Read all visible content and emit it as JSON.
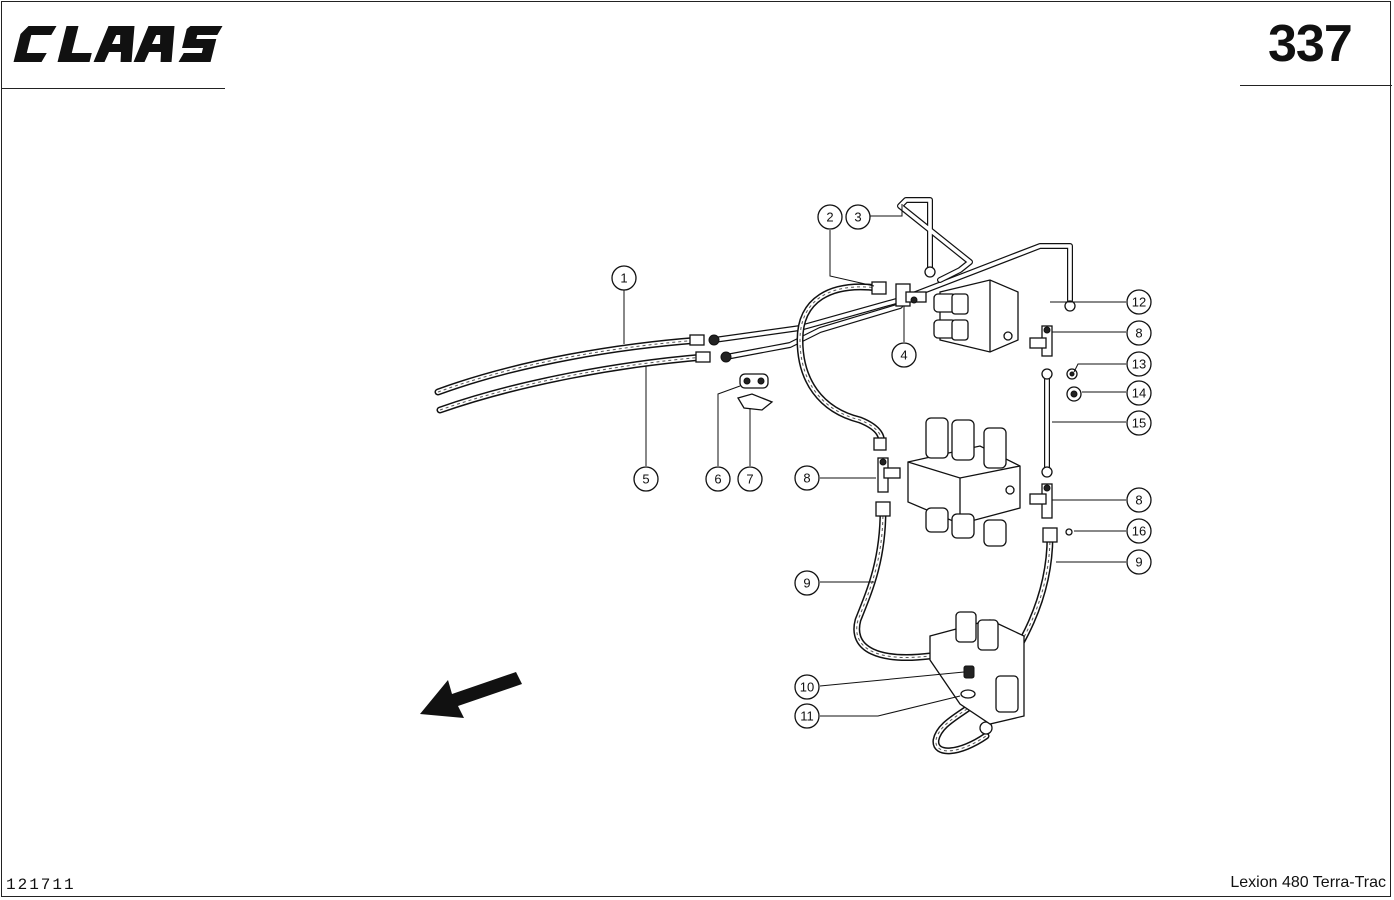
{
  "header": {
    "brand": "CLAAS",
    "page_number": "337"
  },
  "footer": {
    "doc_id": "121711",
    "model": "Lexion 480 Terra-Trac"
  },
  "callouts": [
    "1",
    "2",
    "3",
    "4",
    "5",
    "6",
    "7",
    "8",
    "9",
    "10",
    "11",
    "12",
    "13",
    "14",
    "15",
    "16"
  ],
  "callout_labels": {
    "c1": "1",
    "c2": "2",
    "c3": "3",
    "c4": "4",
    "c5": "5",
    "c6": "6",
    "c7": "7",
    "c8a": "8",
    "c8b": "8",
    "c8c": "8",
    "c9a": "9",
    "c9b": "9",
    "c10": "10",
    "c11": "11",
    "c12": "12",
    "c13": "13",
    "c14": "14",
    "c15": "15",
    "c16": "16"
  },
  "colors": {
    "ink": "#111111",
    "paper": "#ffffff"
  }
}
